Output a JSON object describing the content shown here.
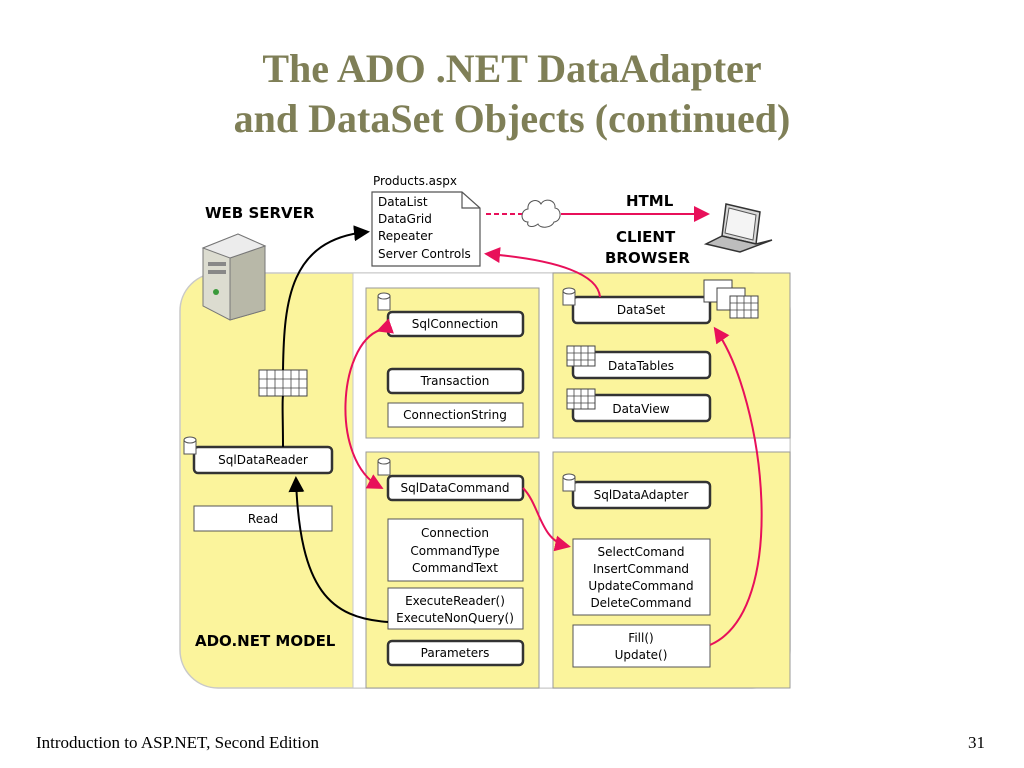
{
  "title": {
    "line1": "The ADO .NET DataAdapter",
    "line2": "and DataSet Objects (continued)"
  },
  "diagram": {
    "web_server_label": "WEB SERVER",
    "ado_model_label": "ADO.NET MODEL",
    "html_label": "HTML",
    "client_browser_line1": "CLIENT",
    "client_browser_line2": "BROWSER",
    "page": {
      "name": "Products.aspx",
      "items": [
        "DataList",
        "DataGrid",
        "Repeater",
        "Server Controls"
      ]
    },
    "connection_box": {
      "object": "SqlConnection",
      "items": [
        "Transaction",
        "ConnectionString"
      ]
    },
    "dataset_box": {
      "object": "DataSet",
      "items": [
        "DataTables",
        "DataView"
      ]
    },
    "command_box": {
      "object": "SqlDataCommand",
      "properties": [
        "Connection",
        "CommandType",
        "CommandText"
      ],
      "methods": [
        "ExecuteReader()",
        "ExecuteNonQuery()"
      ],
      "parameters": "Parameters"
    },
    "adapter_box": {
      "object": "SqlDataAdapter",
      "commands": [
        "SelectComand",
        "InsertCommand",
        "UpdateCommand",
        "DeleteCommand"
      ],
      "methods": [
        "Fill()",
        "Update()"
      ]
    },
    "reader_box": {
      "object": "SqlDataReader",
      "method": "Read"
    }
  },
  "footer": {
    "left": "Introduction to ASP.NET, Second Edition",
    "page_number": "31"
  }
}
